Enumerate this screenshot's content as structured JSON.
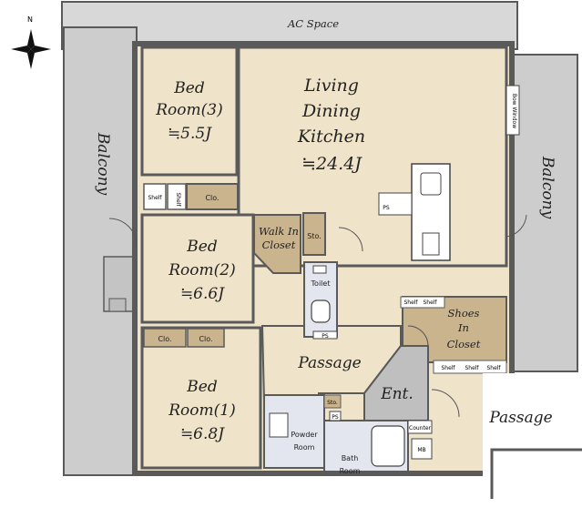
{
  "compass": {
    "north": "N"
  },
  "labels": {
    "ac_space": "AC Space",
    "balcony_left": "Balcony",
    "balcony_right": "Balcony",
    "bow_window": "Bow Window",
    "bed3": [
      "Bed",
      "Room(3)",
      "≒5.5J"
    ],
    "ldk": [
      "Living",
      "Dining",
      "Kitchen",
      "≒24.4J"
    ],
    "bed2": [
      "Bed",
      "Room(2)",
      "≒6.6J"
    ],
    "bed1": [
      "Bed",
      "Room(1)",
      "≒6.8J"
    ],
    "walk_in": [
      "Walk In",
      "Closet"
    ],
    "sto_top": "Sto.",
    "sto_bottom": "Sto.",
    "toilet": "Toilet",
    "shoes": [
      "Shoes",
      "In",
      "Closet"
    ],
    "passage_inner": "Passage",
    "passage_outer": "Passage",
    "entrance": "Ent.",
    "powder": [
      "Powder",
      "Room"
    ],
    "bath": [
      "Bath",
      "Room"
    ],
    "shelf_a": "Shelf",
    "shelf_b": "Shelf",
    "shelf_c": "Shelf",
    "shelf_d": "Shelf",
    "shelf_e": "Shelf",
    "shelf_f": "Shelf",
    "shelf_g": "Shelf",
    "clo_bed3": "Clo.",
    "clo_bed1_a": "Clo.",
    "clo_bed1_b": "Clo.",
    "ps_kitchen": "PS",
    "ps_toilet": "PS",
    "ps_bath": "PS",
    "mb": "MB",
    "counter": "Counter"
  },
  "colors": {
    "room_fill": "#efe4ca",
    "closet_fill": "#c9b48e",
    "wall": "#5a5a5a",
    "balcony": "#cdcdcd",
    "wet_area": "#e3e6ee",
    "exterior_passage": "#ffffff"
  }
}
